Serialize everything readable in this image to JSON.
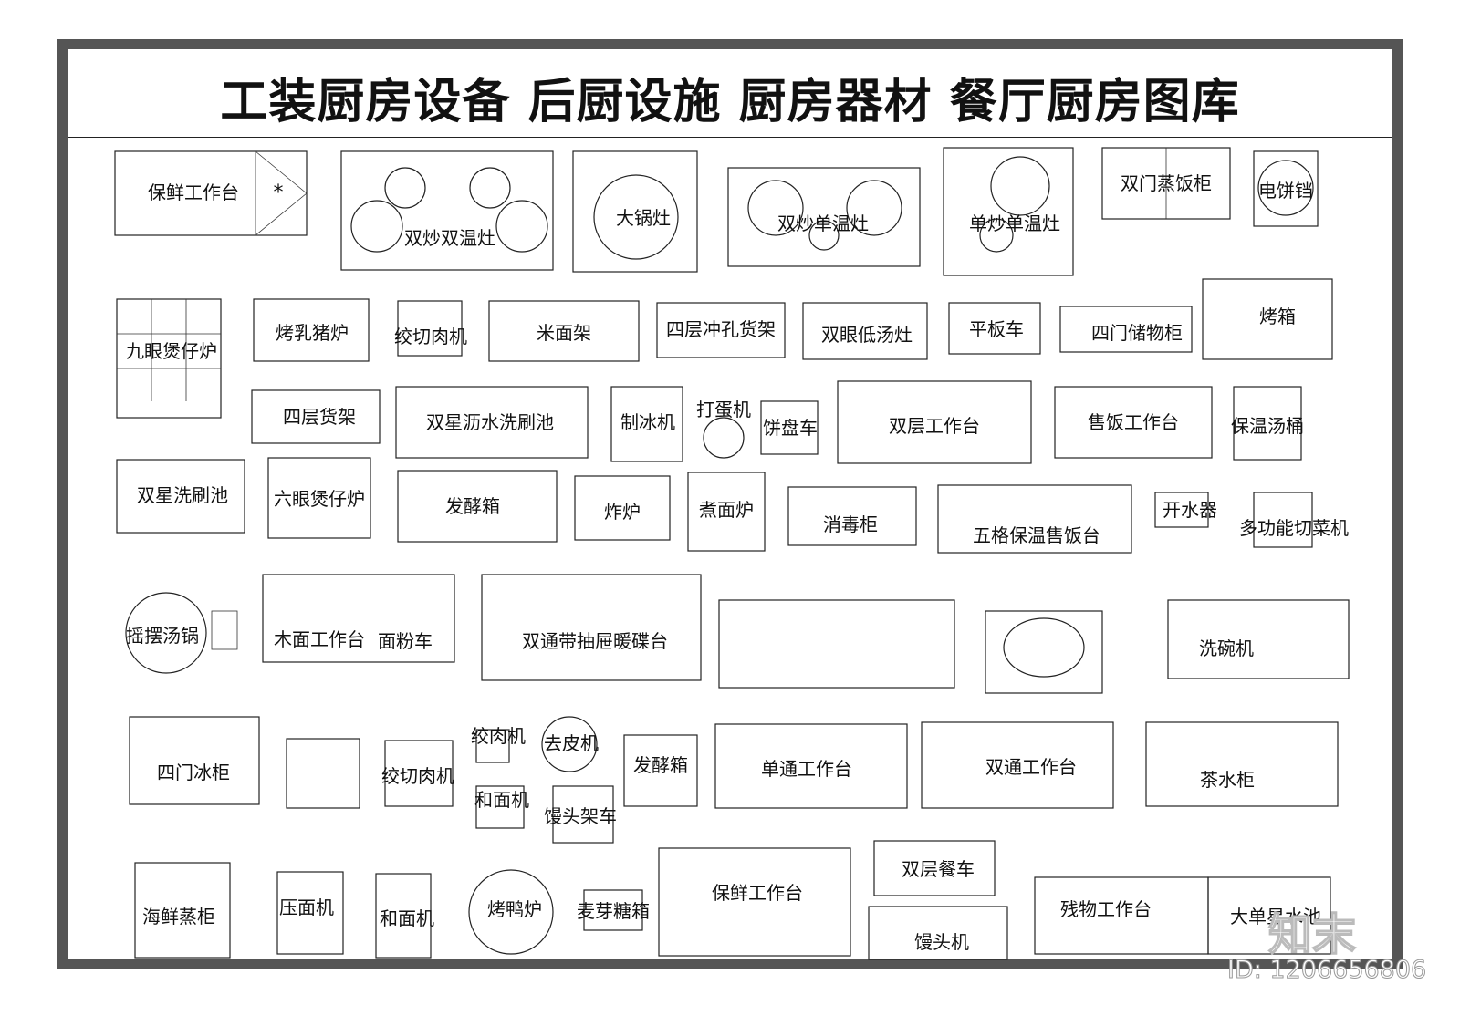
{
  "title": "工装厨房设备  后厨设施  厨房器材  餐厅厨房图库",
  "equipment": [
    "保鲜工作台",
    "双炒双温灶",
    "大锅灶",
    "双炒单温灶",
    "单炒单温灶",
    "双门蒸饭柜",
    "电饼铛",
    "九眼煲仔炉",
    "烤乳猪炉",
    "绞切肉机",
    "米面架",
    "四层冲孔货架",
    "双眼低汤灶",
    "平板车",
    "四门储物柜",
    "烤箱",
    "四层货架",
    "双星沥水洗刷池",
    "制冰机",
    "打蛋机",
    "饼盘车",
    "双层工作台",
    "售饭工作台",
    "保温汤桶",
    "双星洗刷池",
    "六眼煲仔炉",
    "发酵箱",
    "炸炉",
    "煮面炉",
    "消毒柜",
    "五格保温售饭台",
    "开水器",
    "多功能切菜机",
    "摇摆汤锅",
    "木面工作台",
    "面粉车",
    "双通带抽屉暖碟台",
    "洗碗机",
    "四门冰柜",
    "绞切肉机",
    "绞肉机",
    "去皮机",
    "和面机",
    "发酵箱",
    "馒头架车",
    "单通工作台",
    "双通工作台",
    "茶水柜",
    "海鲜蒸柜",
    "压面机",
    "和面机",
    "烤鸭炉",
    "麦芽糖箱",
    "保鲜工作台",
    "双层餐车",
    "馒头机",
    "残物工作台",
    "大单星水池"
  ],
  "watermark": "知末",
  "image_id": "ID: 1206656806"
}
